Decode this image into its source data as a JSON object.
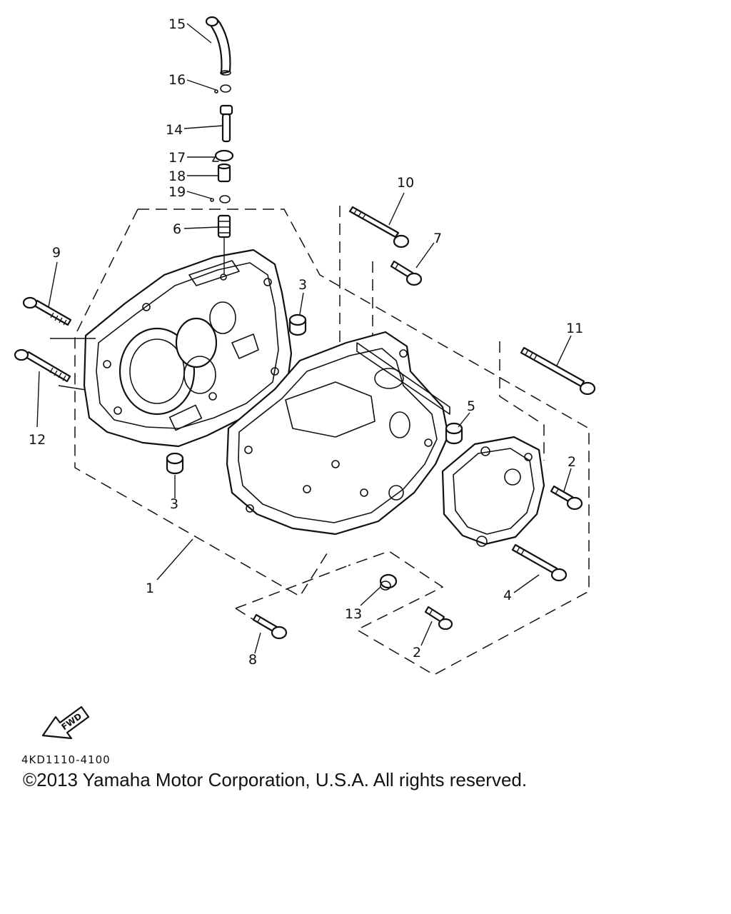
{
  "callouts": [
    {
      "id": "c15",
      "label": "15"
    },
    {
      "id": "c16",
      "label": "16"
    },
    {
      "id": "c14",
      "label": "14"
    },
    {
      "id": "c17",
      "label": "17"
    },
    {
      "id": "c18",
      "label": "18"
    },
    {
      "id": "c19",
      "label": "19"
    },
    {
      "id": "c6",
      "label": "6"
    },
    {
      "id": "c10",
      "label": "10"
    },
    {
      "id": "c7",
      "label": "7"
    },
    {
      "id": "c9",
      "label": "9"
    },
    {
      "id": "c3a",
      "label": "3"
    },
    {
      "id": "c11",
      "label": "11"
    },
    {
      "id": "c12",
      "label": "12"
    },
    {
      "id": "c5",
      "label": "5"
    },
    {
      "id": "c2a",
      "label": "2"
    },
    {
      "id": "c3b",
      "label": "3"
    },
    {
      "id": "c1",
      "label": "1"
    },
    {
      "id": "c4",
      "label": "4"
    },
    {
      "id": "c13",
      "label": "13"
    },
    {
      "id": "c2b",
      "label": "2"
    },
    {
      "id": "c8",
      "label": "8"
    }
  ],
  "fwd_label": "FWD",
  "part_code": "4KD1110-4100",
  "copyright": "©2013 Yamaha Motor Corporation, U.S.A. All rights reserved."
}
